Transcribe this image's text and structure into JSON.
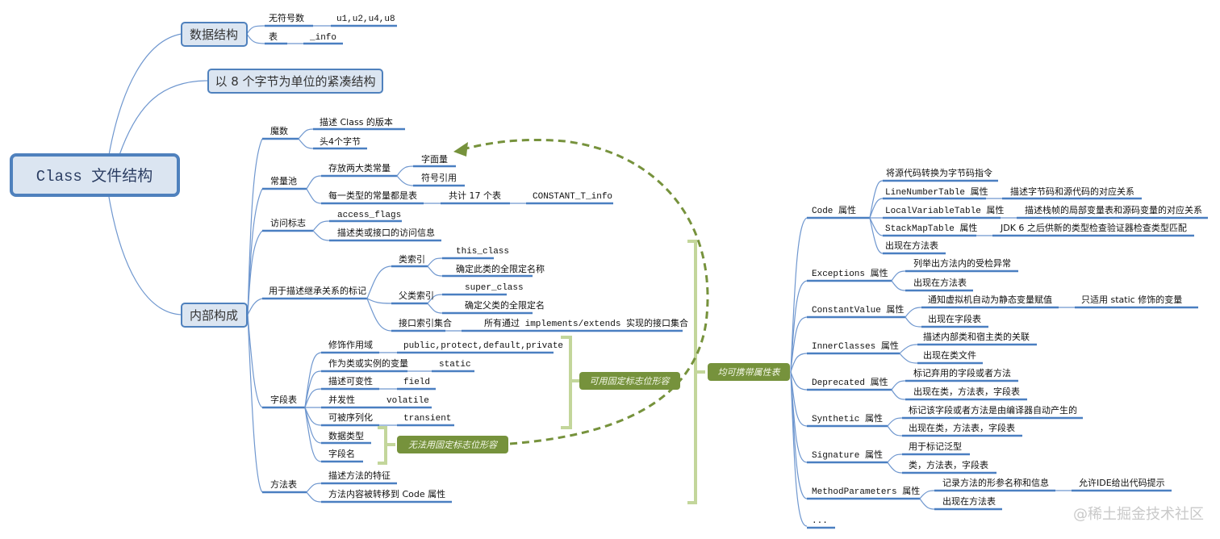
{
  "root": {
    "label": "Class 文件结构"
  },
  "branches": {
    "data_structure": {
      "label": "数据结构",
      "children": [
        {
          "label": "无符号数",
          "detail": "u1,u2,u4,u8"
        },
        {
          "label": "表",
          "detail": "_info"
        }
      ]
    },
    "compact": {
      "label": "以 8 个字节为单位的紧凑结构"
    },
    "internal": {
      "label": "内部构成",
      "magic": {
        "label": "魔数",
        "children": [
          "描述 Class 的版本",
          "头4个字节"
        ]
      },
      "constant_pool": {
        "label": "常量池",
        "store": {
          "label": "存放两大类常量",
          "children": [
            "字面量",
            "符号引用"
          ]
        },
        "each": {
          "label": "每一类型的常量都是表",
          "count": "共计 17 个表",
          "name": "CONSTANT_T_info"
        }
      },
      "access": {
        "label": "访问标志",
        "children": [
          "access_flags",
          "描述类或接口的访问信息"
        ]
      },
      "inherit": {
        "label": "用于描述继承关系的标记",
        "this_idx": {
          "label": "类索引",
          "children": [
            "this_class",
            "确定此类的全限定名称"
          ]
        },
        "super_idx": {
          "label": "父类索引",
          "children": [
            "super_class",
            "确定父类的全限定名"
          ]
        },
        "iface_idx": {
          "label": "接口索引集合",
          "detail": "所有通过 implements/extends 实现的接口集合"
        }
      },
      "fields": {
        "label": "字段表",
        "items": [
          {
            "label": "修饰作用域",
            "detail": "public,protect,default,private"
          },
          {
            "label": "作为类或实例的变量",
            "detail": "static"
          },
          {
            "label": "描述可变性",
            "detail": "field"
          },
          {
            "label": "并发性",
            "detail": "volatile"
          },
          {
            "label": "可被序列化",
            "detail": "transient"
          },
          {
            "label": "数据类型",
            "detail": ""
          },
          {
            "label": "字段名",
            "detail": ""
          }
        ],
        "fixed_note": "可用固定标志位形容",
        "unfixed_note": "无法用固定标志位形容"
      },
      "methods": {
        "label": "方法表",
        "children": [
          "描述方法的特征",
          "方法内容被转移到 Code 属性"
        ]
      }
    }
  },
  "attributes": {
    "label": "均可携带属性表",
    "items": [
      {
        "label": "Code 属性",
        "children": [
          {
            "label": "将源代码转换为字节码指令",
            "detail": ""
          },
          {
            "label": "LineNumberTable 属性",
            "detail": "描述字节码和源代码的对应关系"
          },
          {
            "label": "LocalVariableTable 属性",
            "detail": "描述栈帧的局部变量表和源码变量的对应关系"
          },
          {
            "label": "StackMapTable 属性",
            "detail": "JDK 6 之后供新的类型检查验证器检查类型匹配"
          },
          {
            "label": "出现在方法表",
            "detail": ""
          }
        ]
      },
      {
        "label": "Exceptions 属性",
        "children": [
          {
            "label": "列举出方法内的受检异常",
            "detail": ""
          },
          {
            "label": "出现在方法表",
            "detail": ""
          }
        ]
      },
      {
        "label": "ConstantValue 属性",
        "children": [
          {
            "label": "通知虚拟机自动为静态变量赋值",
            "detail": "只适用 static 修饰的变量"
          },
          {
            "label": "出现在字段表",
            "detail": ""
          }
        ]
      },
      {
        "label": "InnerClasses 属性",
        "children": [
          {
            "label": "描述内部类和宿主类的关联",
            "detail": ""
          },
          {
            "label": "出现在类文件",
            "detail": ""
          }
        ]
      },
      {
        "label": "Deprecated 属性",
        "children": [
          {
            "label": "标记弃用的字段或者方法",
            "detail": ""
          },
          {
            "label": "出现在类，方法表，字段表",
            "detail": ""
          }
        ]
      },
      {
        "label": "Synthetic 属性",
        "children": [
          {
            "label": "标记该字段或者方法是由编译器自动产生的",
            "detail": ""
          },
          {
            "label": "出现在类，方法表，字段表",
            "detail": ""
          }
        ]
      },
      {
        "label": "Signature 属性",
        "children": [
          {
            "label": "用于标记泛型",
            "detail": ""
          },
          {
            "label": "类，方法表，字段表",
            "detail": ""
          }
        ]
      },
      {
        "label": "MethodParameters 属性",
        "children": [
          {
            "label": "记录方法的形参名称和信息",
            "detail": "允许IDE给出代码提示"
          },
          {
            "label": "出现在方法表",
            "detail": ""
          }
        ]
      },
      {
        "label": "...",
        "children": []
      }
    ]
  },
  "watermark": "@稀土掘金技术社区",
  "colors": {
    "node_fill": "#dbe5f1",
    "node_border": "#4f81bd",
    "line": "#4a7fc1",
    "green": "#76923c",
    "bracket": "#c3d69b"
  }
}
